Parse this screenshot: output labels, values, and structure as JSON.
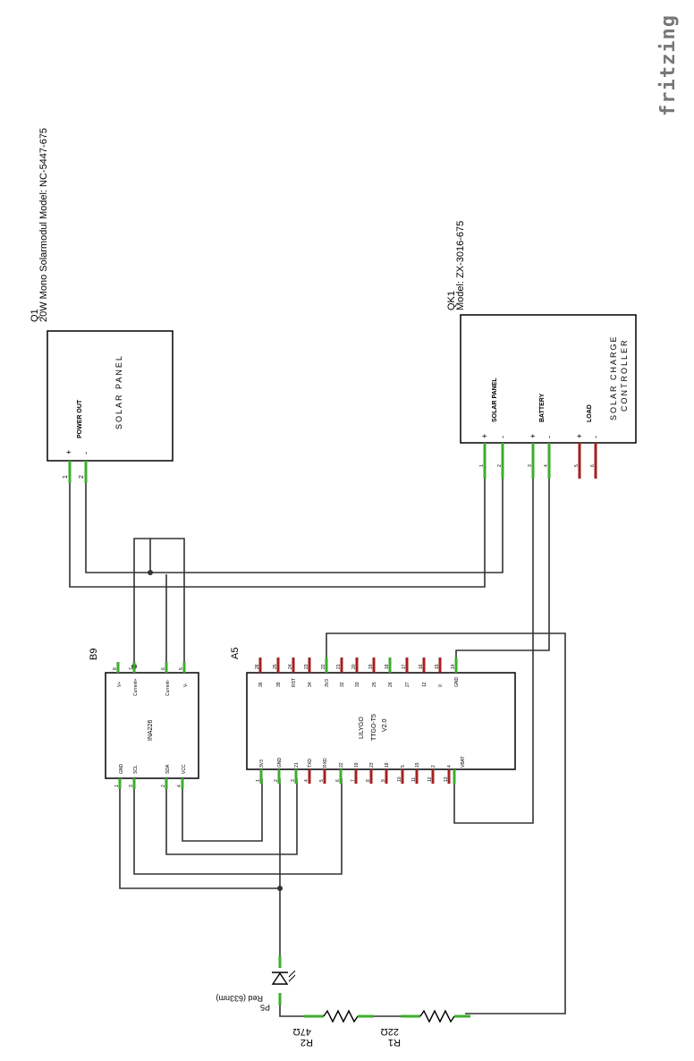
{
  "brand": "fritzing",
  "q1": {
    "ref": "Q1",
    "model": "20W Mono Solarmodul Model: NC-5447-675",
    "title": "SOLAR PANEL",
    "port": "POWER OUT",
    "plus": "+",
    "minus": "-",
    "pins": [
      "1",
      "2"
    ]
  },
  "qk1": {
    "ref": "QK1",
    "model": "Model: ZX-3016-675",
    "title1": "SOLAR CHARGE",
    "title2": "CONTROLLER",
    "ports": [
      "SOLAR PANEL",
      "BATTERY",
      "LOAD"
    ],
    "plus": "+",
    "minus": "-",
    "pins": [
      "1",
      "2",
      "3",
      "4",
      "5",
      "6"
    ]
  },
  "b9": {
    "ref": "B9",
    "chip": "INA226",
    "top_labels": [
      "V+",
      "Current+",
      "Current-",
      "V-"
    ],
    "top_pins": [
      "8",
      "7",
      "6",
      "5"
    ],
    "bottom_labels": [
      "GND",
      "SCL",
      "SDA",
      "VCC"
    ],
    "bottom_pins": [
      "1",
      "3",
      "2",
      "4"
    ]
  },
  "a5": {
    "ref": "A5",
    "line1": "LILYGO",
    "line2": "TTGO-T5",
    "line3": "V2.0",
    "top_labels": [
      "36",
      "39",
      "RST",
      "34",
      "3V3",
      "32",
      "33",
      "25",
      "26",
      "27",
      "12",
      "0",
      "GND"
    ],
    "top_pins": [
      "26",
      "25",
      "24",
      "23",
      "22",
      "21",
      "20",
      "19",
      "18",
      "17",
      "16",
      "15",
      "14"
    ],
    "bottom_labels": [
      "3V3",
      "GND",
      "21",
      "TXD",
      "RXD",
      "22",
      "19",
      "23",
      "18",
      "5",
      "15",
      "2",
      "4",
      "VBAT"
    ],
    "bottom_pins": [
      "1",
      "2",
      "3",
      "4",
      "5",
      "6",
      "7",
      "8",
      "9",
      "10",
      "11",
      "12",
      "13"
    ]
  },
  "p5": {
    "ref": "P5",
    "desc": "Red (633nm)"
  },
  "r2": {
    "ref": "R2",
    "value": "47Ω"
  },
  "r1": {
    "ref": "R1",
    "value": "22Ω"
  }
}
